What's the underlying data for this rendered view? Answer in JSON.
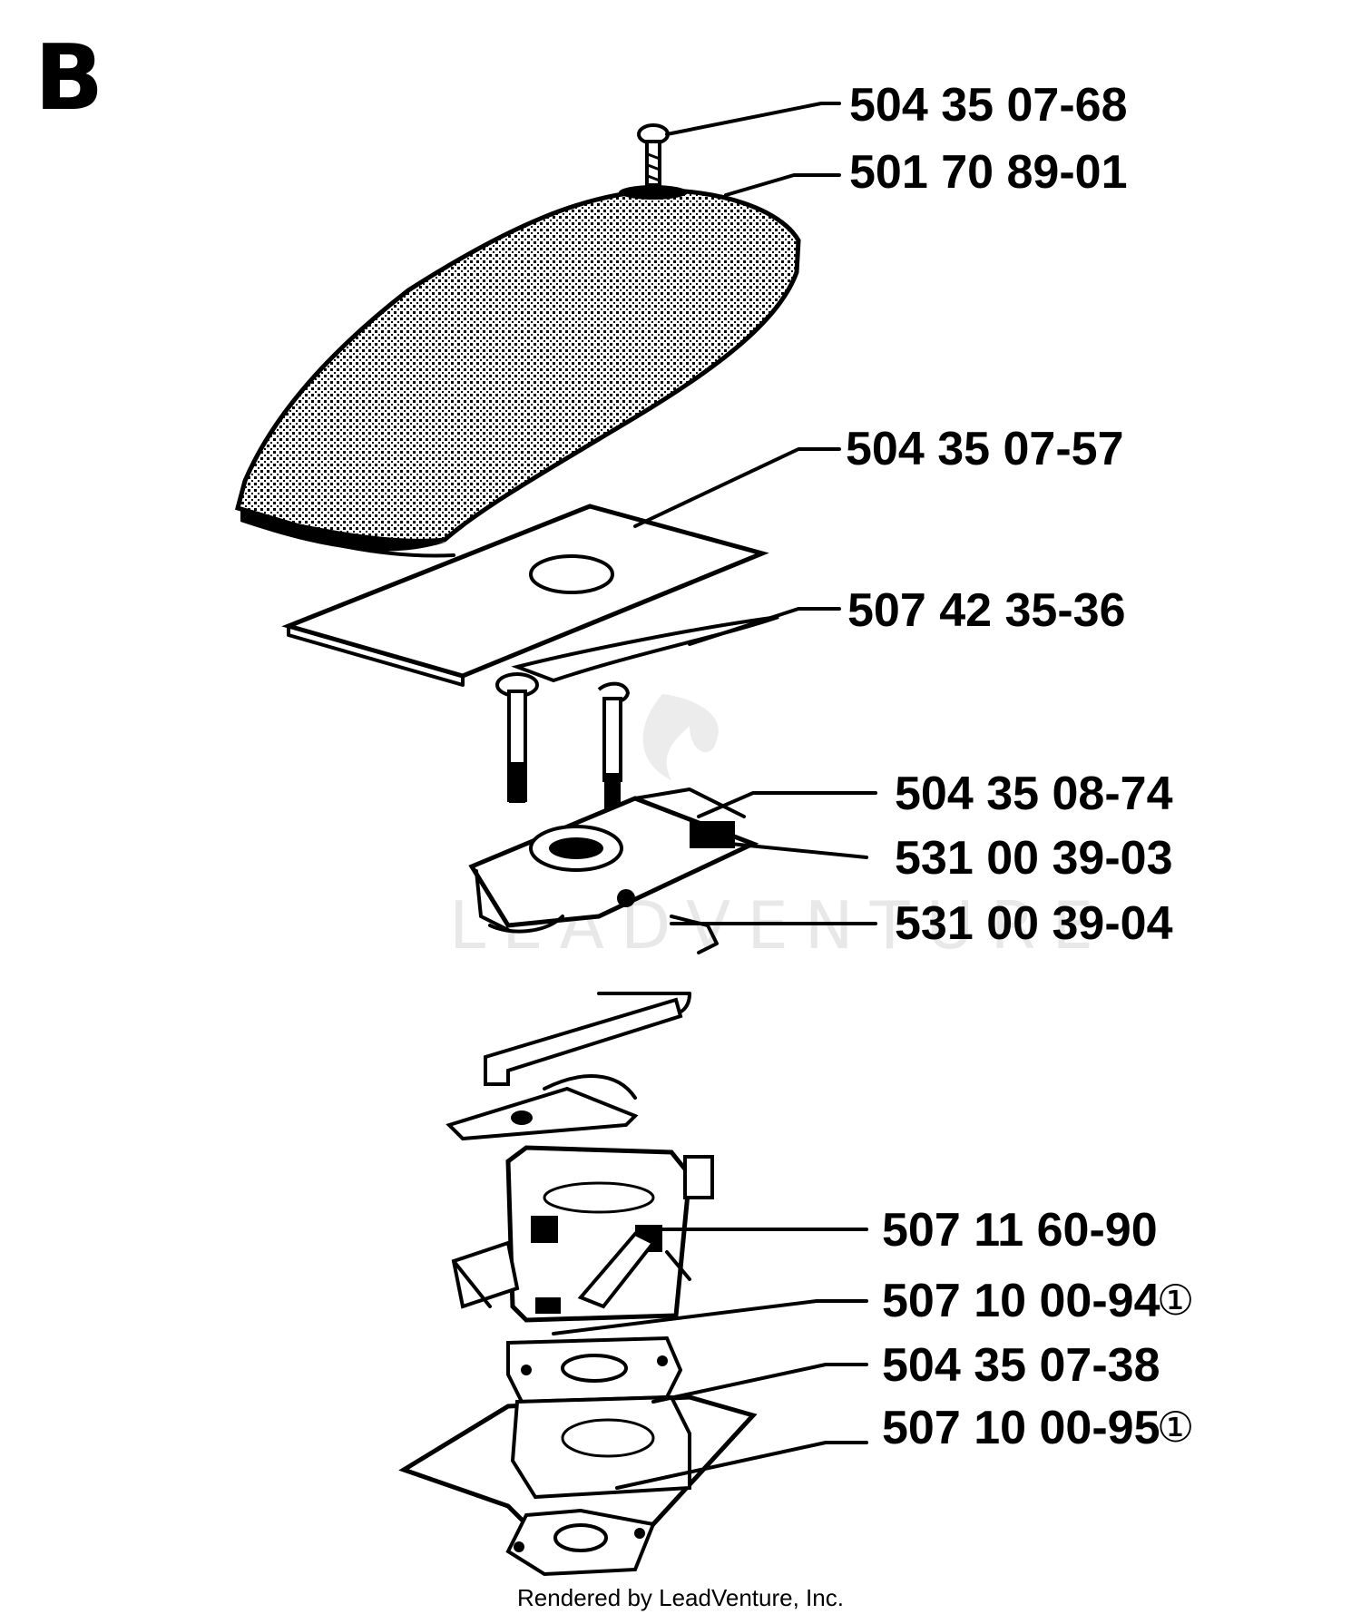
{
  "section_letter": "B",
  "watermark": "LEADVENTURE",
  "parts": [
    {
      "part_number": "504 35 07-68",
      "footnote": ""
    },
    {
      "part_number": "501 70 89-01",
      "footnote": ""
    },
    {
      "part_number": "504 35 07-57",
      "footnote": ""
    },
    {
      "part_number": "507 42 35-36",
      "footnote": ""
    },
    {
      "part_number": "504 35 08-74",
      "footnote": ""
    },
    {
      "part_number": "531 00 39-03",
      "footnote": ""
    },
    {
      "part_number": "531 00 39-04",
      "footnote": ""
    },
    {
      "part_number": "507 11 60-90",
      "footnote": ""
    },
    {
      "part_number": "507 10 00-94",
      "footnote": "①"
    },
    {
      "part_number": "504 35 07-38",
      "footnote": ""
    },
    {
      "part_number": "507 10 00-95",
      "footnote": "①"
    }
  ],
  "credit": "Rendered by LeadVenture, Inc."
}
